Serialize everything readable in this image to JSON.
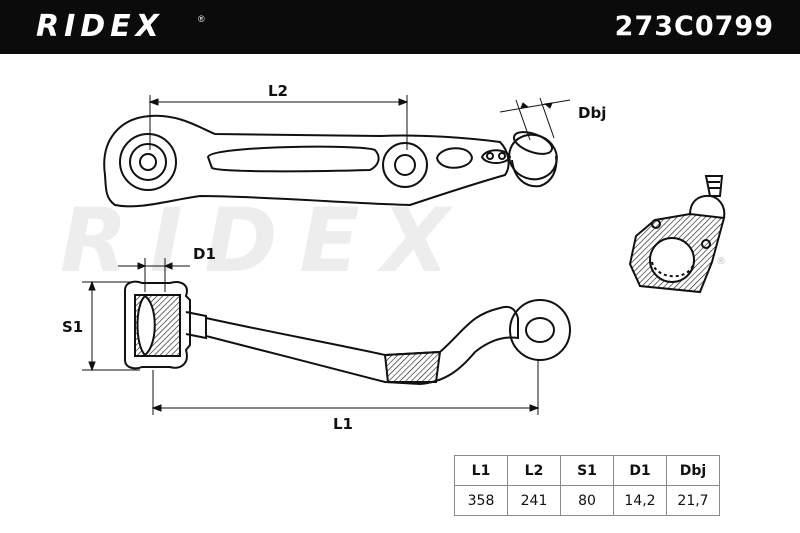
{
  "header": {
    "brand": "RIDEX",
    "brand_mark": "®",
    "part_number": "273C0799"
  },
  "watermark": "RIDEX",
  "watermark_mark": "®",
  "dimension_labels": {
    "l2": "L2",
    "dbj": "Dbj",
    "d1": "D1",
    "s1": "S1",
    "l1": "L1"
  },
  "specs": {
    "headers": [
      "L1",
      "L2",
      "S1",
      "D1",
      "Dbj"
    ],
    "values": [
      "358",
      "241",
      "80",
      "14,2",
      "21,7"
    ]
  },
  "colors": {
    "header_bg": "#0b0b0b",
    "line": "#111111",
    "watermark": "#ededed"
  }
}
